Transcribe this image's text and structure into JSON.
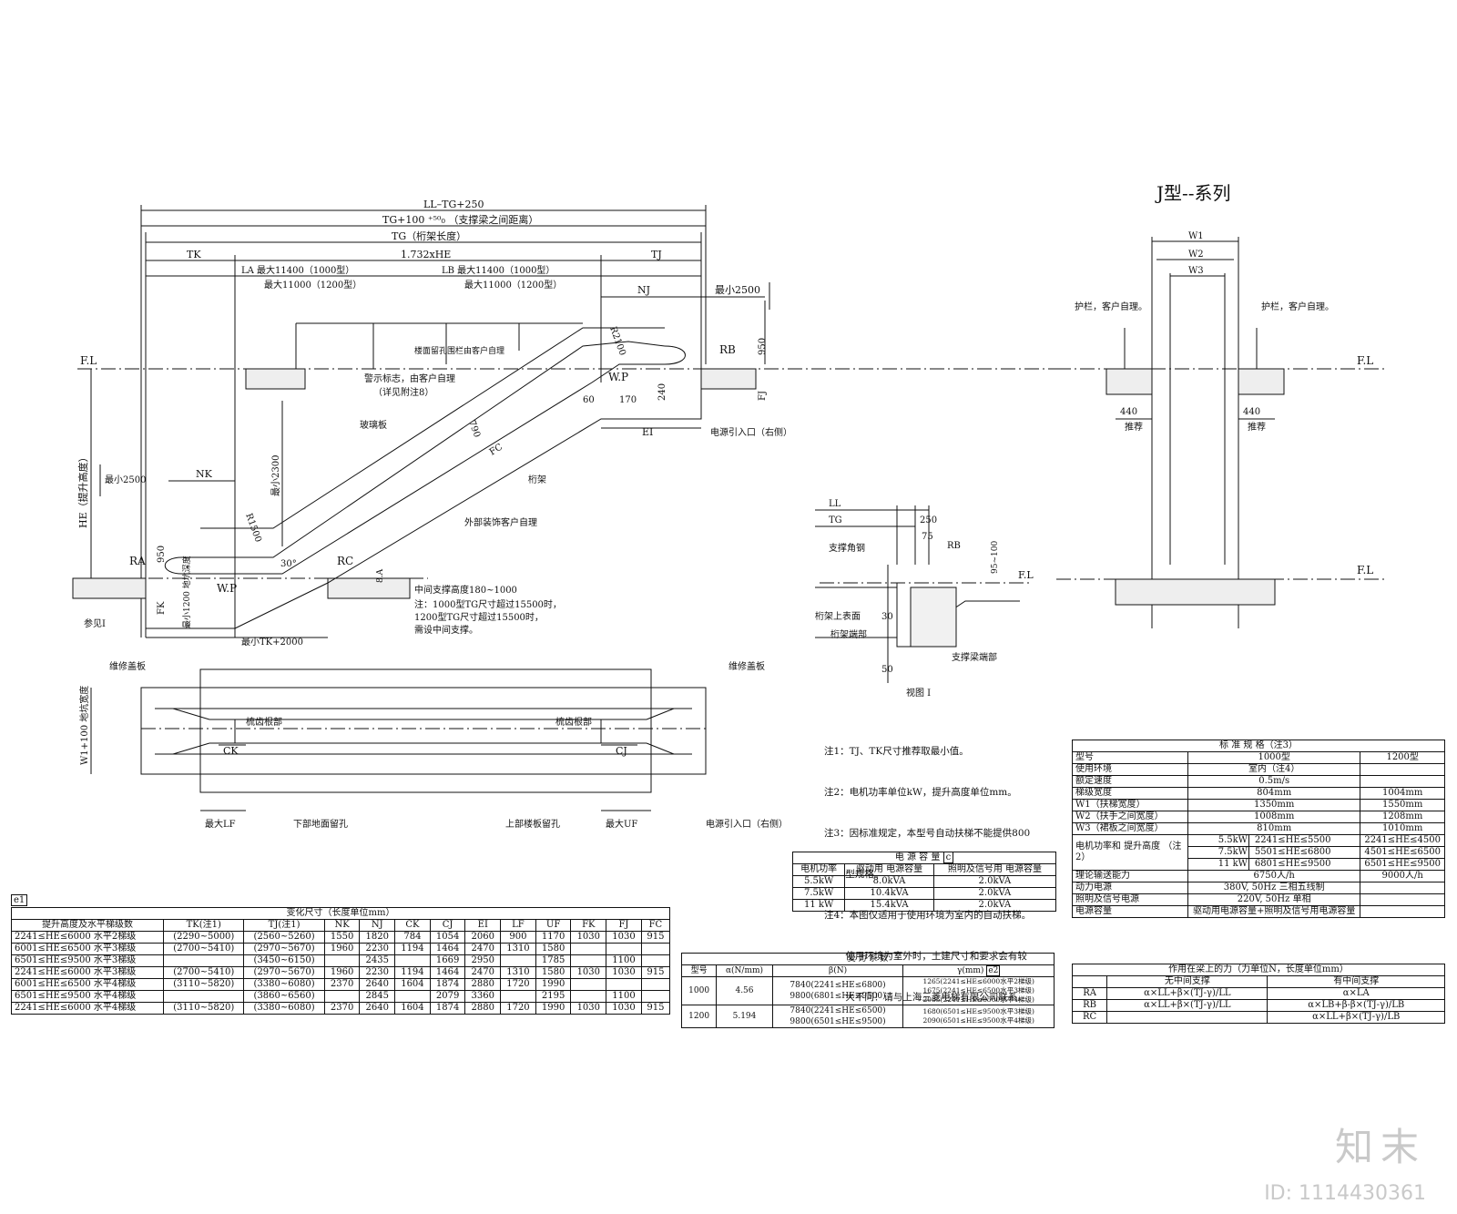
{
  "title": "J型--系列",
  "watermark": {
    "brand": "知末",
    "id": "ID: 1114430361"
  },
  "section": {
    "top_dims": [
      "LL–TG+250",
      "TG+100 ⁺⁵⁰₀ （支撑梁之间距离）",
      "TG（桁架长度）",
      "1.732xHE",
      "TK",
      "TJ",
      "NJ",
      "最小2500"
    ],
    "la_1": "LA 最大11400（1000型）",
    "la_2": "最大11000（1200型）",
    "lb_1": "LB 最大11400（1000型）",
    "lb_2": "最大11000（1200型）",
    "fl_left": "F.L",
    "fl_right": "F.L",
    "he_label": "HE（提升高度）",
    "min2500_left": "最小2500",
    "min2300": "最小2300",
    "nk": "NK",
    "r1500": "R1500",
    "r2100": "R2100",
    "ra": "RA",
    "rb": "RB",
    "rc": "RC",
    "wp_left": "W.P",
    "wp_right": "W.P",
    "angle": "30°",
    "d950_left": "950",
    "d950_right": "950",
    "fk": "FK",
    "fj": "FJ",
    "min1200": "最小1200 地坑深度",
    "ref_i": "参见I",
    "min_tk2000": "最小TK+2000",
    "ei": "EI",
    "d60": "60",
    "d170": "170",
    "d240": "240",
    "d790": "790",
    "fc": "FC",
    "sa": "8.A",
    "glass": "玻璃板",
    "truss": "桁架",
    "ext_deco": "外部装饰客户自理",
    "railing_note": "楼面留孔围栏由客户自理",
    "warn_1": "警示标志，由客户自理",
    "warn_2": "（详见附注8）",
    "power_entry": "电源引入口（右侧）",
    "mid_support": "中间支撑高度180~1000",
    "mid_note": "注：1000型TG尺寸超过15500时，\n1200型TG尺寸超过15500时，\n需设中间支撑。"
  },
  "plan": {
    "cover_left": "维修盖板",
    "cover_right": "维修盖板",
    "comb_left": "梳齿根部",
    "comb_right": "梳齿根部",
    "ck": "CK",
    "cj": "CJ",
    "w1": "W1+100 地坑宽度",
    "lf": "最大LF",
    "uf": "最大UF",
    "lower_hole": "下部地面留孔",
    "upper_hole": "上部楼板留孔",
    "power_entry": "电源引入口（右侧）"
  },
  "detail_i": {
    "ll": "LL",
    "tg": "TG",
    "d250": "250",
    "d75": "75",
    "rb": "RB",
    "d95_100": "95~100",
    "fl": "F.L",
    "angle_steel": "支撑角钢",
    "truss_top": "桁架上表面",
    "truss_end": "桁架端部",
    "beam_end": "支撑梁端部",
    "d30": "30",
    "d50": "50",
    "caption": "视图 I"
  },
  "cross": {
    "w1": "W1",
    "w2": "W2",
    "w3": "W3",
    "rail_left": "护栏，客户自理。",
    "rail_right": "护栏，客户自理。",
    "fl_top": "F.L",
    "fl_bottom": "F.L",
    "d440_left": "440",
    "d440_right": "440",
    "rec_left": "推荐",
    "rec_right": "推荐"
  },
  "notes": [
    "注1：TJ、TK尺寸推荐取最小值。",
    "注2：电机功率单位kW，提升高度单位mm。",
    "注3：因标准规定，本型号自动扶梯不能提供800",
    "       型规格。",
    "注4：本图仅适用于使用环境为室内的自动扶梯。",
    "       使用环境为室外时，土建尺寸和要求会有较",
    "       大不同！请与上海三菱电梯有限公司联系。"
  ],
  "vary_table": {
    "tag": "e1",
    "title": "变化尺寸（长度单位mm）",
    "headers": [
      "提升高度及水平梯级数",
      "TK(注1)",
      "TJ(注1)",
      "NK",
      "NJ",
      "CK",
      "CJ",
      "EI",
      "LF",
      "UF",
      "FK",
      "FJ",
      "FC"
    ],
    "rows": [
      [
        "2241≤HE≤6000 水平2梯级",
        "(2290~5000)",
        "(2560~5260)",
        "1550",
        "1820",
        "784",
        "1054",
        "2060",
        "900",
        "1170",
        "1030",
        "1030",
        "915"
      ],
      [
        "6001≤HE≤6500 水平3梯级",
        "(2700~5410)",
        "(2970~5670)",
        "1960",
        "2230",
        "1194",
        "1464",
        "2470",
        "1310",
        "1580",
        "",
        "",
        ""
      ],
      [
        "6501≤HE≤9500 水平3梯级",
        "",
        "(3450~6150)",
        "",
        "2435",
        "",
        "1669",
        "2950",
        "",
        "1785",
        "",
        "1100",
        ""
      ],
      [
        "2241≤HE≤6000 水平3梯级",
        "(2700~5410)",
        "(2970~5670)",
        "1960",
        "2230",
        "1194",
        "1464",
        "2470",
        "1310",
        "1580",
        "1030",
        "1030",
        "915"
      ],
      [
        "6001≤HE≤6500 水平4梯级",
        "(3110~5820)",
        "(3380~6080)",
        "2370",
        "2640",
        "1604",
        "1874",
        "2880",
        "1720",
        "1990",
        "",
        "",
        ""
      ],
      [
        "6501≤HE≤9500 水平4梯级",
        "",
        "(3860~6560)",
        "",
        "2845",
        "",
        "2079",
        "3360",
        "",
        "2195",
        "",
        "1100",
        ""
      ],
      [
        "2241≤HE≤6000 水平4梯级",
        "(3110~5820)",
        "(3380~6080)",
        "2370",
        "2640",
        "1604",
        "1874",
        "2880",
        "1720",
        "1990",
        "1030",
        "1030",
        "915"
      ]
    ]
  },
  "power_table": {
    "title": "电 源 容 量",
    "tag": "c",
    "headers": [
      "电机功率",
      "驱动用 电源容量",
      "照明及信号用 电源容量"
    ],
    "rows": [
      [
        "5.5kW",
        "8.0kVA",
        "2.0kVA"
      ],
      [
        "7.5kW",
        "10.4kVA",
        "2.0kVA"
      ],
      [
        "11 kW",
        "15.4kVA",
        "2.0kVA"
      ]
    ]
  },
  "force_table": {
    "title": "受 力 系 数",
    "tag": "e2",
    "headers": [
      "型号",
      "α(N/mm)",
      "β(N)",
      "γ(mm)"
    ],
    "rows": [
      {
        "model": "1000",
        "alpha": "4.56",
        "beta": [
          "7840(2241≤HE≤6800)",
          "9800(6801≤HE≤9500)"
        ],
        "gamma": [
          "1265(2241≤HE≤6000水平2梯级)",
          "1675(2241≤HE≤6500水平3梯级)",
          "2085(2241≤HE≤6500水平4梯级)"
        ]
      },
      {
        "model": "1200",
        "alpha": "5.194",
        "beta": [
          "7840(2241≤HE≤6500)",
          "9800(6501≤HE≤9500)"
        ],
        "gamma": [
          "1680(6501≤HE≤9500水平3梯级)",
          "2090(6501≤HE≤9500水平4梯级)"
        ]
      }
    ]
  },
  "spec_table": {
    "title": "标 准 规 格（注3）",
    "headers": [
      "型号",
      "1000型",
      "1200型"
    ],
    "rows": [
      [
        "使用环境",
        "室内（注4）",
        ""
      ],
      [
        "额定速度",
        "0.5m/s",
        ""
      ],
      [
        "梯级宽度",
        "804mm",
        "1004mm"
      ],
      [
        "W1（扶梯宽度）",
        "1350mm",
        "1550mm"
      ],
      [
        "W2（扶手之间宽度）",
        "1008mm",
        "1208mm"
      ],
      [
        "W3（裙板之间宽度）",
        "810mm",
        "1010mm"
      ]
    ],
    "motor_label": "电机功率和 提升高度 （注2）",
    "motor_rows": [
      [
        "5.5kW",
        "2241≤HE≤5500",
        "2241≤HE≤4500"
      ],
      [
        "7.5kW",
        "5501≤HE≤6800",
        "4501≤HE≤6500"
      ],
      [
        "11 kW",
        "6801≤HE≤9500",
        "6501≤HE≤9500"
      ]
    ],
    "tail_rows": [
      [
        "理论输送能力",
        "6750人/h",
        "9000人/h"
      ],
      [
        "动力电源",
        "380V, 50Hz 三相五线制",
        ""
      ],
      [
        "照明及信号电源",
        "220V, 50Hz 单相",
        ""
      ],
      [
        "电源容量",
        "驱动用电源容量+照明及信号用电源容量",
        ""
      ]
    ]
  },
  "beam_table": {
    "title": "作用在梁上的力（力单位N，长度单位mm）",
    "headers": [
      "",
      "无中间支撑",
      "有中间支撑"
    ],
    "rows": [
      [
        "RA",
        "α×LL+β×(TJ-γ)/LL",
        "α×LA"
      ],
      [
        "RB",
        "α×LL+β×(TJ-γ)/LL",
        "α×LB+β-β×(TJ-γ)/LB"
      ],
      [
        "RC",
        "",
        "α×LL+β×(TJ-γ)/LB"
      ]
    ]
  }
}
